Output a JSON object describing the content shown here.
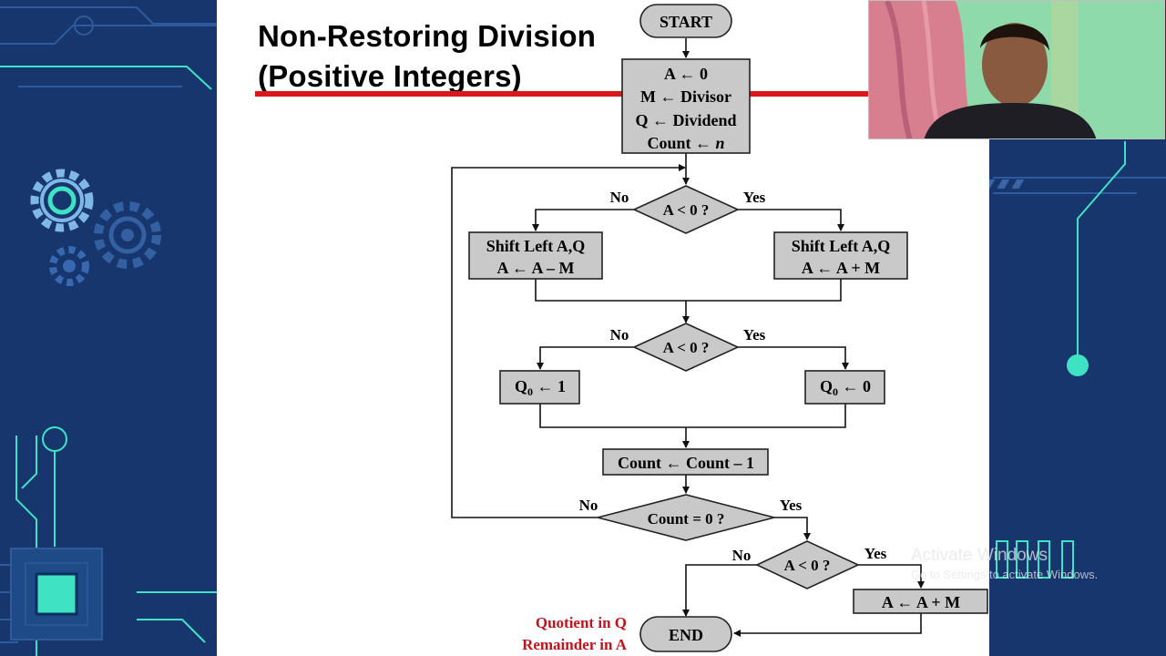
{
  "slide": {
    "title_line1": "Non-Restoring Division",
    "title_line2": "(Positive Integers)"
  },
  "flowchart": {
    "start": "START",
    "init": [
      "A ← 0",
      "M ← Divisor",
      "Q ← Dividend",
      "Count ← "
    ],
    "init_n": "n",
    "decision1": "A < 0 ?",
    "decision1_no": "No",
    "decision1_yes": "Yes",
    "left_op": [
      "Shift Left A,Q",
      "A ← A – M"
    ],
    "right_op": [
      "Shift Left A,Q",
      "A ← A + M"
    ],
    "decision2": "A < 0 ?",
    "decision2_no": "No",
    "decision2_yes": "Yes",
    "q_set_one": [
      "Q",
      "0",
      " ← 1"
    ],
    "q_set_zero": [
      "Q",
      "0",
      " ← 0"
    ],
    "count_dec": "Count ← Count – 1",
    "decision3": "Count = 0 ?",
    "decision3_no": "No",
    "decision3_yes": "Yes",
    "decision4": "A < 0 ?",
    "decision4_no": "No",
    "decision4_yes": "Yes",
    "restore": "A ← A + M",
    "end": "END",
    "result_quotient": "Quotient in Q",
    "result_remainder": "Remainder in A"
  },
  "watermark": {
    "line1": "Activate Windows",
    "line2": "Go to Settings to activate Windows."
  },
  "colors": {
    "background": "#17366e",
    "accent_line": "#3fe3c3",
    "title_bar": "#d8181a",
    "box_fill": "#c9c9c9",
    "result_text": "#c0141c"
  }
}
